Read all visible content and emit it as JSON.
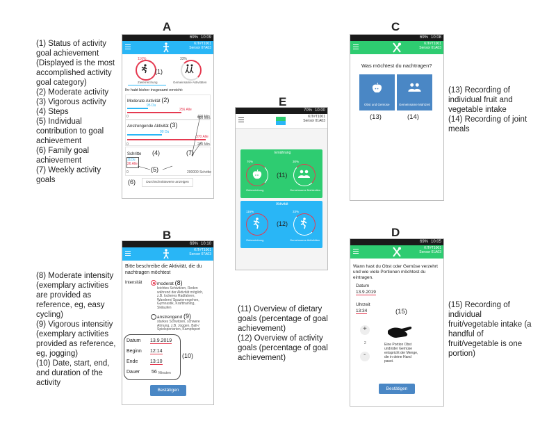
{
  "panels": {
    "A": {
      "letter": "A",
      "status": {
        "time": "10:09",
        "battery": "69%",
        "kit": "KIT#T1001",
        "sensor": "Sensor 07A03"
      },
      "top": {
        "pct_left": "116%",
        "pct_right": "33%",
        "marker1": "(1)",
        "tab_left": "Zielerreichung",
        "tab_right": "Gemeinsame Aktivitäten"
      },
      "heading": "Ihr habt bisher insgesamt erreicht:",
      "moderate": {
        "label": "Moderate Aktivität",
        "marker": "(2)",
        "du": "95 Du",
        "alle": "256 Alle",
        "max": "400 Min.",
        "zero": "0"
      },
      "vigorous": {
        "label": "Anstrengende Aktivität",
        "marker": "(3)",
        "du": "90 Du",
        "alle": "370 Alle",
        "max": "200 Min.",
        "zero": "0"
      },
      "steps": {
        "label": "Schritte",
        "marker": "(4)",
        "du": "11Du",
        "alle": "26 Alle",
        "max": "200000 Schritte",
        "zero": "0",
        "m5": "(5)",
        "m7": "(7)"
      },
      "footer": {
        "marker": "(6)",
        "button": "Durchschnittswerte anzeigen"
      }
    },
    "B": {
      "letter": "B",
      "status": {
        "time": "10:10",
        "battery": "69%",
        "kit": "KIT#T1001",
        "sensor": "Sensor 07A03"
      },
      "question": "Bitte beschreibe die Aktivität, die du nachtragen möchtest",
      "intensity_label": "Intensität",
      "moderate": {
        "label": "moderat",
        "marker": "(8)",
        "desc": "leichtes Schwitzen, Reden während der Aktivität möglich, z.B. lockeres Radfahren, Wandern/ Spazierengehen, Gymnastik, Krafttraining, Skilaufen"
      },
      "vigorous": {
        "label": "anstrengend",
        "marker": "(9)",
        "desc": "starkes Schwitzen, schwere Atmung, z.B. Joggen, Ball-/ Spielsportarten, Kampfsport"
      },
      "rows": [
        {
          "label": "Datum",
          "value": "13.9.2019"
        },
        {
          "label": "Beginn",
          "value": "12:14"
        },
        {
          "label": "Ende",
          "value": "13:10"
        },
        {
          "label": "Dauer",
          "value": "56",
          "unit": "Minuten"
        }
      ],
      "marker10": "(10)",
      "button": "Bestätigen"
    },
    "C": {
      "letter": "C",
      "status": {
        "time": "10:08",
        "battery": "69%",
        "kit": "KIT#T1001",
        "sensor": "Sensor 01A03"
      },
      "question": "Was möchtest du nachtragen?",
      "tile1": "Obst und Gemüse",
      "tile2": "Gemeinsame Mahlzeit",
      "m13": "(13)",
      "m14": "(14)"
    },
    "D": {
      "letter": "D",
      "status": {
        "time": "10:05",
        "battery": "69%",
        "kit": "KIT#T1001",
        "sensor": "Sensor 01A03"
      },
      "question": "Wann hast du Obst oder Gemüse verzehrt und wie viele Portionen möchtest du eintragen.",
      "date_label": "Datum",
      "date_value": "13.9.2019",
      "time_label": "Uhrzeit",
      "time_value": "13:34",
      "m15": "(15)",
      "plus": "+",
      "count": "2",
      "minus": "-",
      "portion_text": "Eine Portion Obst und/oder Gemüse entspricht der Menge, die in deine Hand passt.",
      "button": "Bestätigen"
    },
    "E": {
      "letter": "E",
      "status": {
        "time": "10:00",
        "battery": "70%",
        "kit": "KIT#T1001",
        "sensor": "Sensor 01A03"
      },
      "nutrition": {
        "title": "Ernährung",
        "pct_left": "70%",
        "pct_right": "30%",
        "marker": "(11)",
        "label_left": "Zielerreichung",
        "label_right": "Gemeinsame Mahlzeiten"
      },
      "activity": {
        "title": "Aktivität",
        "pct_left": "116%",
        "pct_right": "33%",
        "marker": "(12)",
        "label_left": "Zielerreichung",
        "label_right": "Gemeinsame Aktivitäten"
      }
    }
  },
  "legends": {
    "A": [
      "(1) Status of activity goal achievement (Displayed is the most accomplished activity goal category)",
      "(2) Moderate activity",
      "(3) Vigorous activity",
      "(4) Steps",
      "(5) Individual contribution to goal achievement",
      "(6) Family goal achievement",
      "(7) Weekly activity goals"
    ],
    "B": [
      "(8) Moderate intensity (exemplary activities are provided as reference, eg, easy cycling)",
      "(9) Vigorous intensitiy (exemplary activities provided as reference, eg, jogging)",
      "(10) Date, start, end, and duration of the activity"
    ],
    "C": [
      "(13) Recording of individual fruit and vegetable intake",
      "(14) Recording of joint meals"
    ],
    "D": [
      "(15) Recording of individual fruit/vegetable intake (a handful of fruit/vegetable is one portion)"
    ],
    "E": [
      "(11) Overview of dietary goals (percentage of goal achievement)",
      "(12) Overview of activity goals (percentage of goal achievement)"
    ]
  },
  "colors": {
    "blue": "#29b6f6",
    "green": "#2ecc71",
    "red": "#e53950",
    "button": "#4a87c5"
  }
}
